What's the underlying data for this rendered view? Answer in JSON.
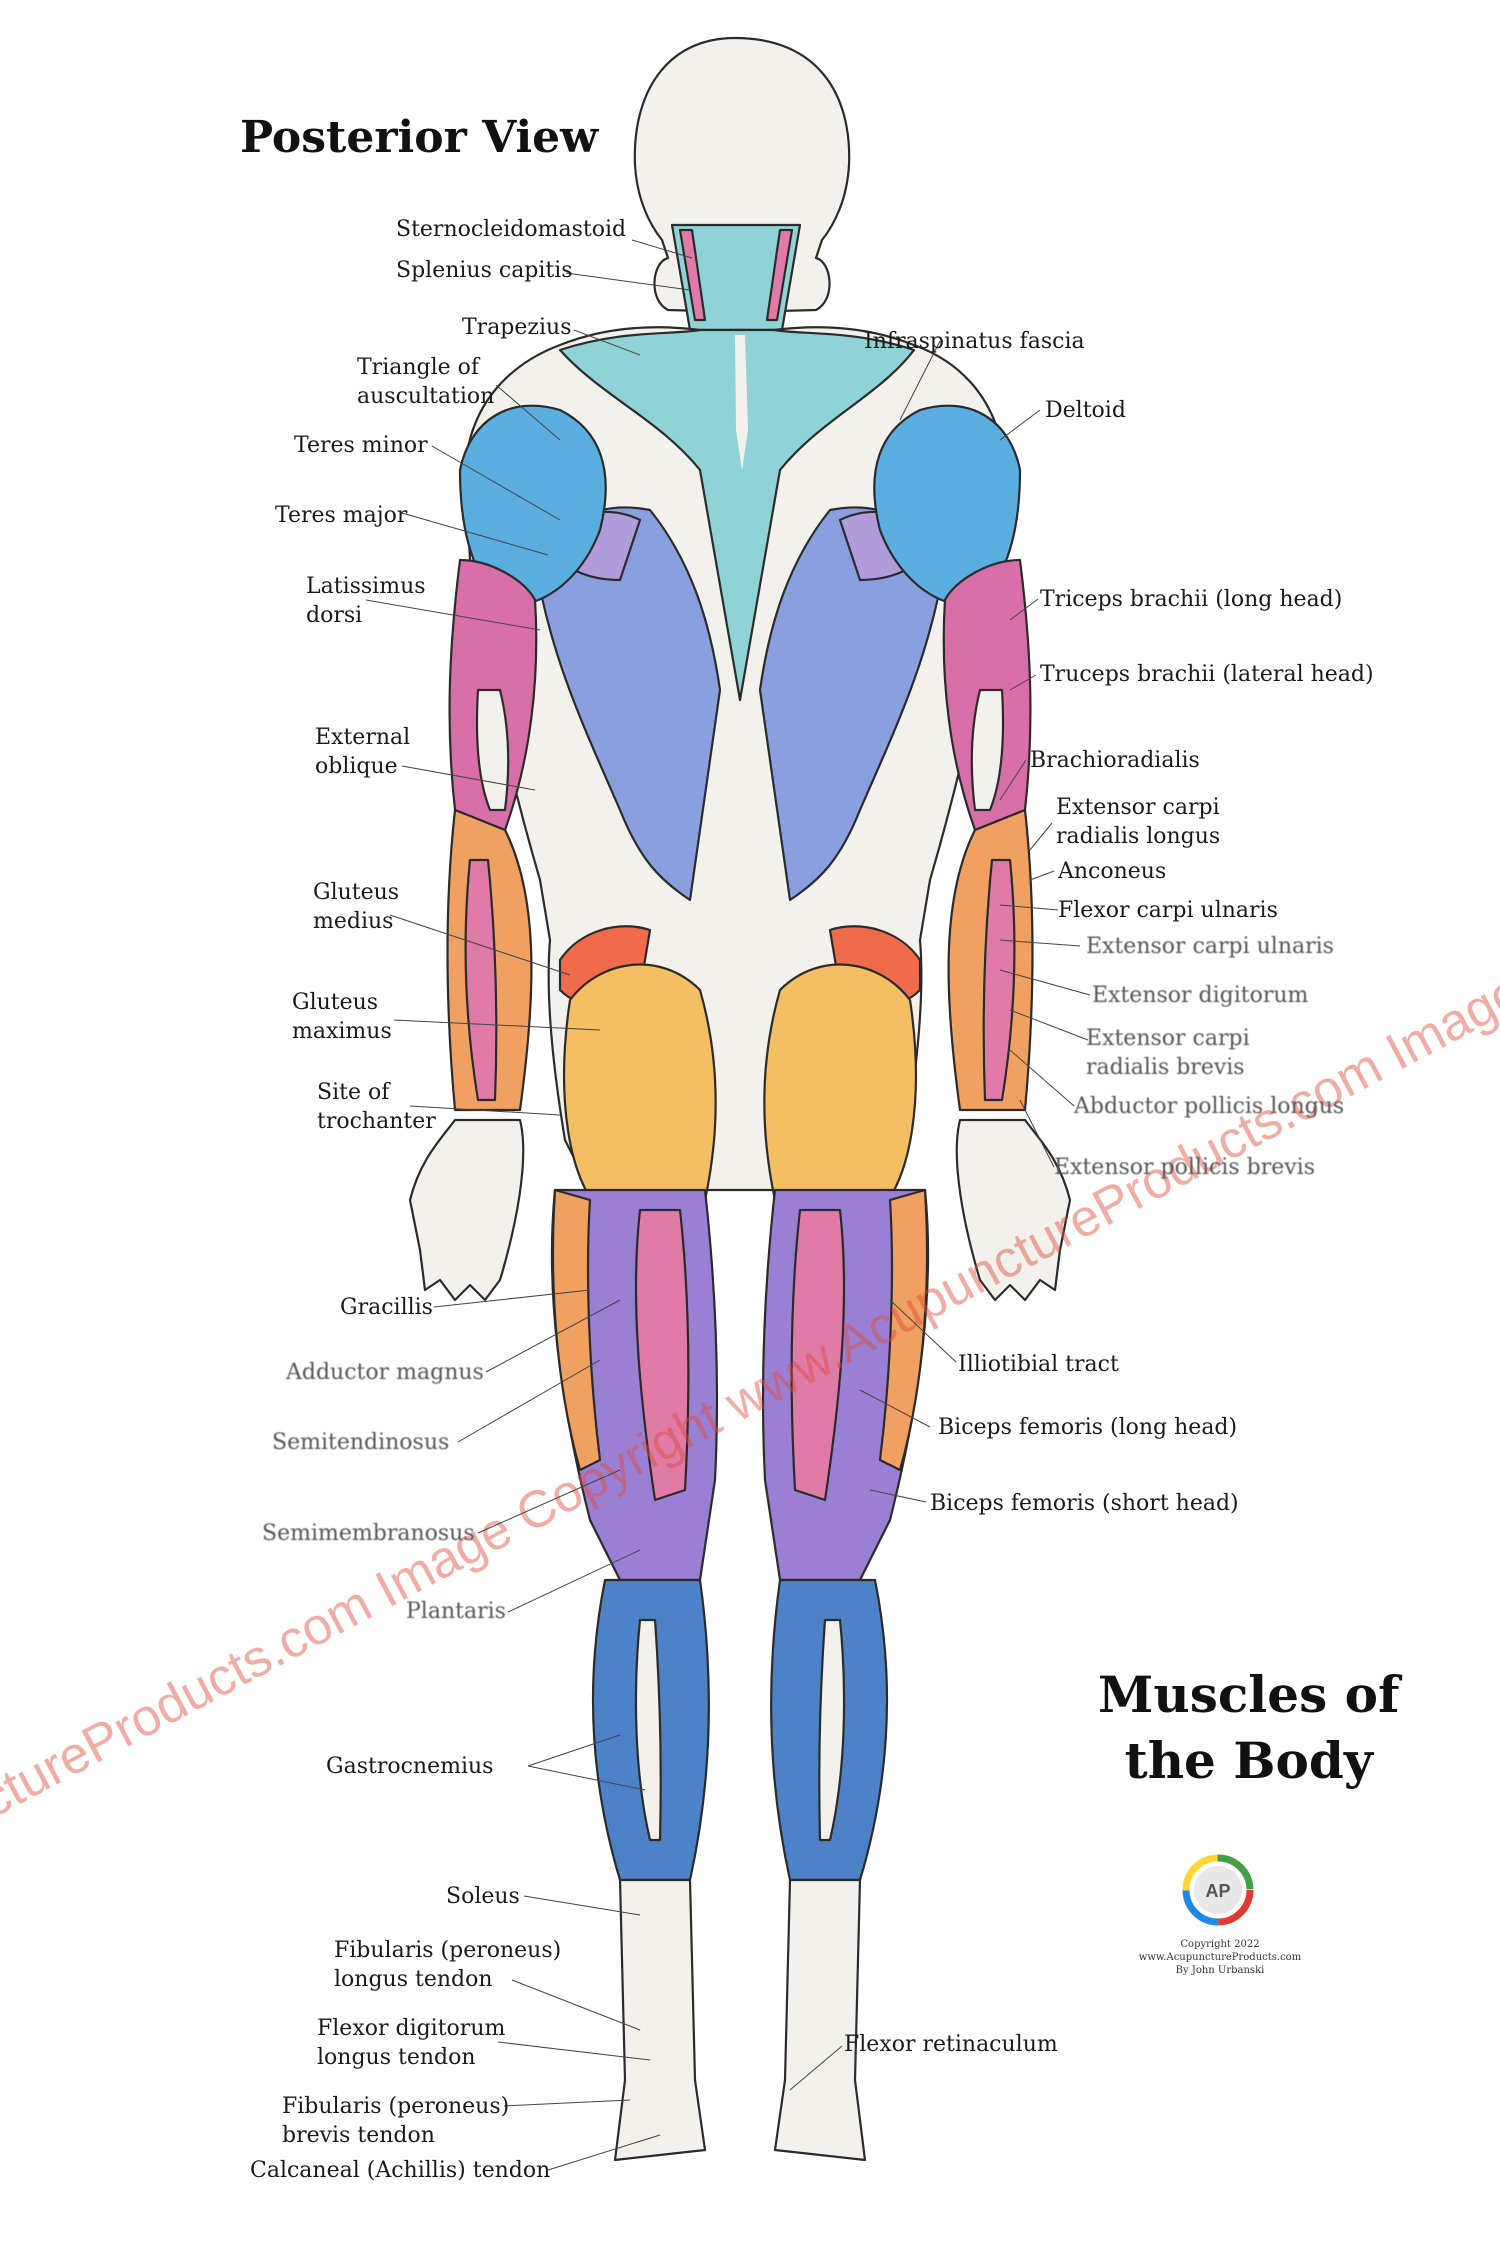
{
  "heading": "Posterior View",
  "title": "Muscles of\nthe Body",
  "copyright": "Copyright 2022\nwww.AcupunctureProducts.com\nBy John Urbanski",
  "watermark": "AcupunctureProducts.com Image Copyright www.AcupunctureProducts.com Image Copyright www.AcupunctureProducts.com Image Copyright",
  "logo": {
    "text": "AP",
    "colors": [
      "#e53935",
      "#1e88e5",
      "#fdd835",
      "#43a047"
    ]
  },
  "colors": {
    "trapezius": "#8fd3d6",
    "deltoid": "#5aaee0",
    "latissimus": "#8a9fe0",
    "gluteus_max": "#f4bf62",
    "gluteus_med": "#f06a4c",
    "hamstring_pink": "#e07aa6",
    "hamstring_purple": "#9b7fd4",
    "gastrocnemius": "#4e82c8",
    "forearm_orange": "#f0a060",
    "triceps": "#d86fa8",
    "teres": "#b09cdb",
    "skin": "#f3f1ec",
    "outline": "#2b2b2b",
    "watermark": "#e04b3a"
  },
  "labels": {
    "sternocleidomastoid": "Sternocleidomastoid",
    "splenius_capitis": "Splenius capitis",
    "trapezius": "Trapezius",
    "triangle_auscultation": "Triangle of\nauscultation",
    "teres_minor": "Teres minor",
    "teres_major": "Teres major",
    "latissimus_dorsi": "Latissimus\ndorsi",
    "external_oblique": "External\noblique",
    "gluteus_medius": "Gluteus\nmedius",
    "gluteus_maximus": "Gluteus\nmaximus",
    "site_trochanter": "Site of\ntrochanter",
    "gracilis": "Gracillis",
    "adductor_magnus": "Adductor magnus",
    "semitendinosus": "Semitendinosus",
    "semimembranosus": "Semimembranosus",
    "plantaris": "Plantaris",
    "gastrocnemius": "Gastrocnemius",
    "soleus": "Soleus",
    "fibularis_longus": "Fibularis (peroneus)\nlongus tendon",
    "flexor_digitorum": "Flexor digitorum\nlongus tendon",
    "fibularis_brevis": "Fibularis (peroneus)\nbrevis tendon",
    "calcaneal": "Calcaneal (Achillis) tendon",
    "infraspinatus_fascia": "Infraspinatus fascia",
    "deltoid": "Deltoid",
    "triceps_long": "Triceps brachii (long head)",
    "triceps_lateral": "Truceps brachii (lateral head)",
    "brachioradialis": "Brachioradialis",
    "ext_carpi_rad_longus": "Extensor carpi\nradialis longus",
    "anconeus": "Anconeus",
    "flexor_carpi_ulnaris": "Flexor carpi ulnaris",
    "ext_carpi_ulnaris": "Extensor carpi ulnaris",
    "ext_digitorum": "Extensor digitorum",
    "ext_carpi_rad_brevis": "Extensor carpi\nradialis brevis",
    "abductor_pollicis": "Abductor pollicis longus",
    "ext_pollicis_brevis": "Extensor pollicis brevis",
    "illiotibial": "Illiotibial tract",
    "biceps_long": "Biceps femoris (long head)",
    "biceps_short": "Biceps femoris (short head)",
    "flexor_retinaculum": "Flexor retinaculum"
  }
}
